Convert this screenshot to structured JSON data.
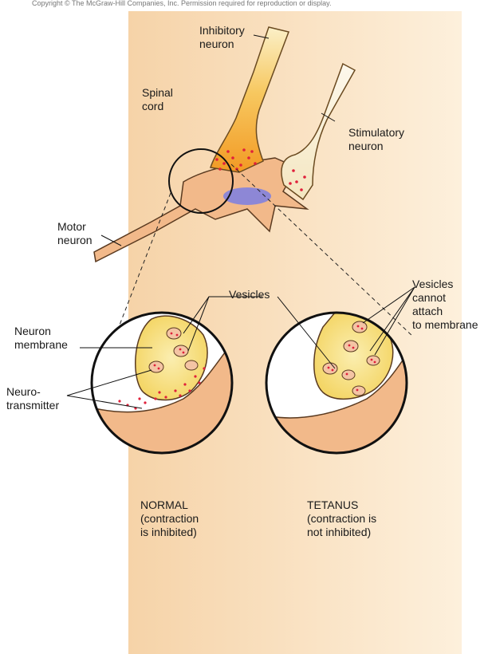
{
  "copyright": "Copyright © The McGraw-Hill Companies, Inc. Permission required for reproduction or display.",
  "labels": {
    "inhibitory_neuron": "Inhibitory\nneuron",
    "spinal_cord": "Spinal\ncord",
    "stimulatory_neuron": "Stimulatory\nneuron",
    "motor_neuron": "Motor\nneuron",
    "vesicles": "Vesicles",
    "vesicles_cannot_attach": "Vesicles\ncannot\nattach\nto membrane",
    "neuron_membrane": "Neuron\nmembrane",
    "neurotransmitter": "Neuro-\ntransmitter"
  },
  "captions": {
    "normal": "NORMAL\n(contraction\nis inhibited)",
    "tetanus": "TETANUS\n(contraction is\nnot inhibited)"
  },
  "colors": {
    "spinal_cord_bg": "#f8dcb8",
    "cell_body": "#f2b98a",
    "cell_outline": "#5a3a20",
    "inhibitory_axon": "#f2a030",
    "stimulatory_axon": "#f7ecc8",
    "nucleus": "#8d87d6",
    "vesicle_dots": "#e0203a",
    "terminal_fill": "#f7e08a"
  }
}
